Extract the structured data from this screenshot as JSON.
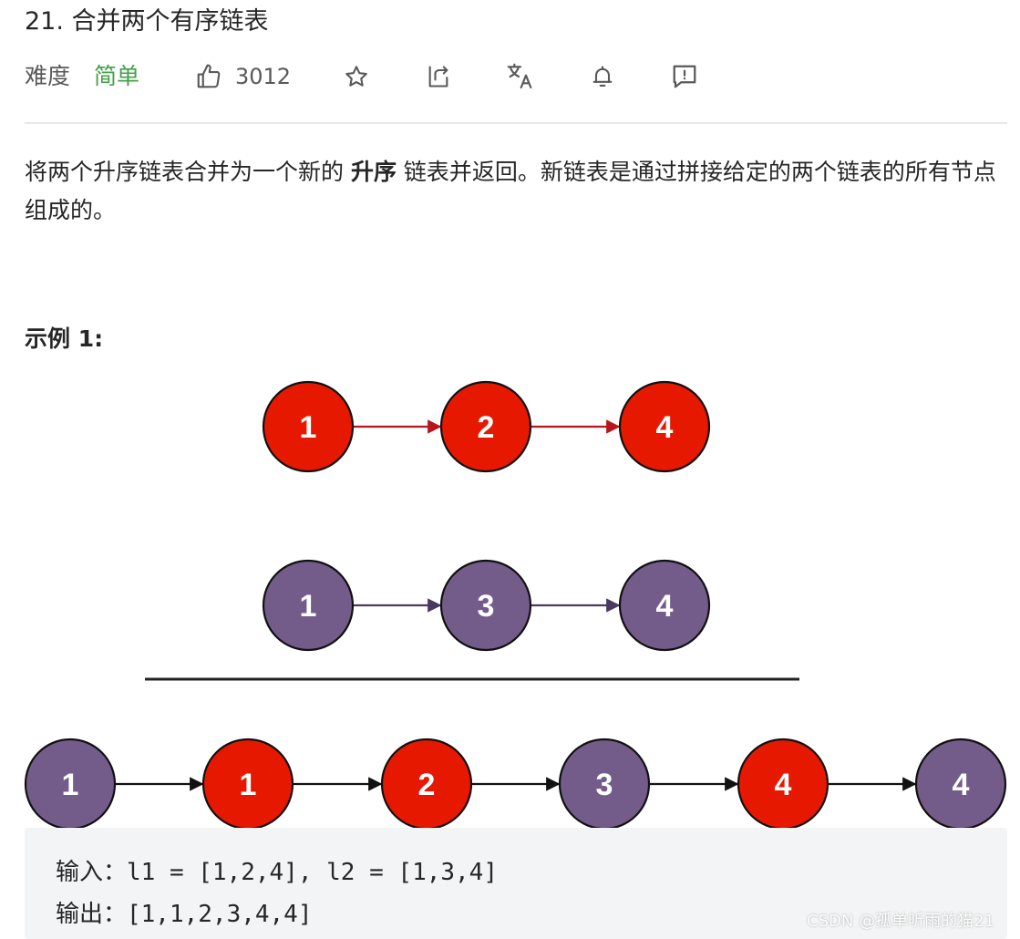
{
  "problem": {
    "title": "21. 合并两个有序链表",
    "difficulty_label": "难度",
    "difficulty_value": "简单",
    "difficulty_color": "#43a047",
    "like_count": "3012"
  },
  "toolbar": {
    "icons": [
      "thumbs-up-icon",
      "star-icon",
      "share-icon",
      "translate-icon",
      "bell-icon",
      "feedback-icon"
    ]
  },
  "description": {
    "before": "将两个升序链表合并为一个新的 ",
    "bold": "升序",
    "after": " 链表并返回。新链表是通过拼接给定的两个链表的所有节点组成的。"
  },
  "example": {
    "heading": "示例 1:",
    "input_line": "输入：l1 = [1,2,4], l2 = [1,3,4]",
    "output_line": "输出：[1,1,2,3,4,4]"
  },
  "diagram": {
    "colors": {
      "red": "#e61900",
      "purple": "#735c8a",
      "red_edge": "#b8161c",
      "purple_edge": "#4a3960",
      "merged_edge": "#111111"
    },
    "list1": [
      {
        "value": "1",
        "color": "red"
      },
      {
        "value": "2",
        "color": "red"
      },
      {
        "value": "4",
        "color": "red"
      }
    ],
    "list2": [
      {
        "value": "1",
        "color": "purple"
      },
      {
        "value": "3",
        "color": "purple"
      },
      {
        "value": "4",
        "color": "purple"
      }
    ],
    "merged": [
      {
        "value": "1",
        "color": "purple"
      },
      {
        "value": "1",
        "color": "red"
      },
      {
        "value": "2",
        "color": "red"
      },
      {
        "value": "3",
        "color": "purple"
      },
      {
        "value": "4",
        "color": "red"
      },
      {
        "value": "4",
        "color": "purple"
      }
    ]
  },
  "watermark": "CSDN @孤单听雨的猫21"
}
